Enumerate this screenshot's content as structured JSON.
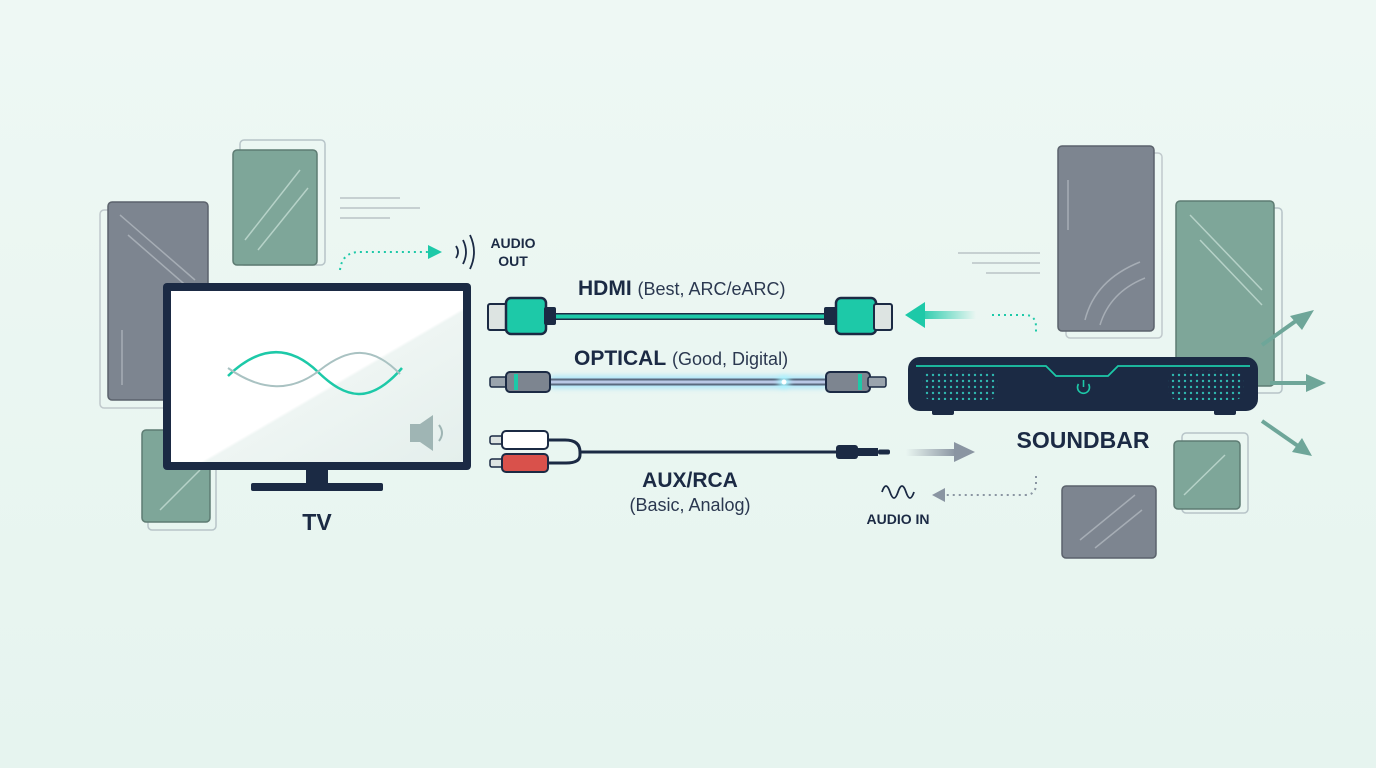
{
  "colors": {
    "background": "#e8f5f0",
    "navy": "#1b2a44",
    "teal": "#1dc9a8",
    "panel_grey": "#7d8590",
    "panel_green": "#7ea699",
    "optical_glow": "#6fd3ff",
    "rca_red": "#d9514b",
    "arrow_grey": "#8a95a2"
  },
  "devices": {
    "tv": {
      "label": "TV",
      "port_label_line1": "AUDIO",
      "port_label_line2": "OUT"
    },
    "soundbar": {
      "label": "SOUNDBAR",
      "port_label": "AUDIO IN"
    }
  },
  "cables": [
    {
      "id": "hdmi",
      "name": "HDMI",
      "note": "(Best, ARC/eARC)"
    },
    {
      "id": "optical",
      "name": "OPTICAL",
      "note": "(Good, Digital)"
    },
    {
      "id": "aux",
      "name": "AUX/RCA",
      "note": "(Basic, Analog)"
    }
  ],
  "icons": [
    "sound-wave-icon",
    "speaker-icon",
    "power-icon",
    "audio-wave-icon"
  ]
}
